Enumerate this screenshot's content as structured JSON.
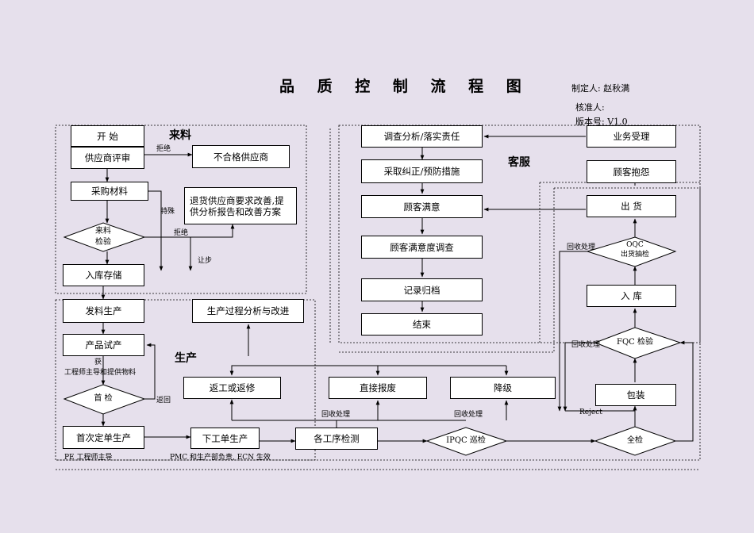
{
  "title": "品 质 控 制 流 程 图",
  "meta": {
    "author": "制定人: 赵秋满",
    "approver": "核准人:",
    "version": "版本号: V1.0"
  },
  "sections": {
    "incoming": "来料",
    "service": "客服",
    "production": "生产"
  },
  "boxes": {
    "start": "开 始",
    "supplier_review": "供应商评审",
    "unqualified_supplier": "不合格供应商",
    "purchase": "采购材料",
    "return_goods": "退货供应商要求改善,提供分析报告和改善方案",
    "warehouse_in": "入库存储",
    "issue_material": "发料生产",
    "process_analysis": "生产过程分析与改进",
    "trial_production": "产品试产",
    "first_order": "首次定单生产",
    "work_order": "下工单生产",
    "process_check": "各工序检测",
    "rework": "返工或返修",
    "scrap": "直接报废",
    "downgrade": "降级",
    "packing": "包装",
    "stock_in": "入 库",
    "ship": "出 货",
    "complaint": "顾客抱怨",
    "business": "业务受理",
    "investigation": "调查分析/落实责任",
    "corrective": "采取纠正/预防措施",
    "satisfied": "顾客满意",
    "survey": "顾客满意度调查",
    "record": "记录归档",
    "end": "结束"
  },
  "decisions": {
    "incoming_inspection": [
      "来料",
      "检验"
    ],
    "first_inspection": "首 检",
    "ipqc": "IPQC 巡检",
    "full_inspection": "全检",
    "fqc": "FQC 检验",
    "oqc": [
      "OQC",
      "出货抽检"
    ]
  },
  "labels": {
    "reject1": "拒绝",
    "special": "特殊",
    "reject2": "拒绝",
    "concession": "让步",
    "return_back": "返回",
    "recycle1": "回收处理",
    "recycle2": "回收处理",
    "recycle_fqc": "回收处理",
    "recycle_oqc": "回收处理",
    "reject_en": "Reject",
    "engineer_lead": "工程师主导和提供物料",
    "approve": "获",
    "pe_lead": "PE 工程师主导",
    "pmc_lead": "PMC 和生产部负责, ECN 生效"
  }
}
